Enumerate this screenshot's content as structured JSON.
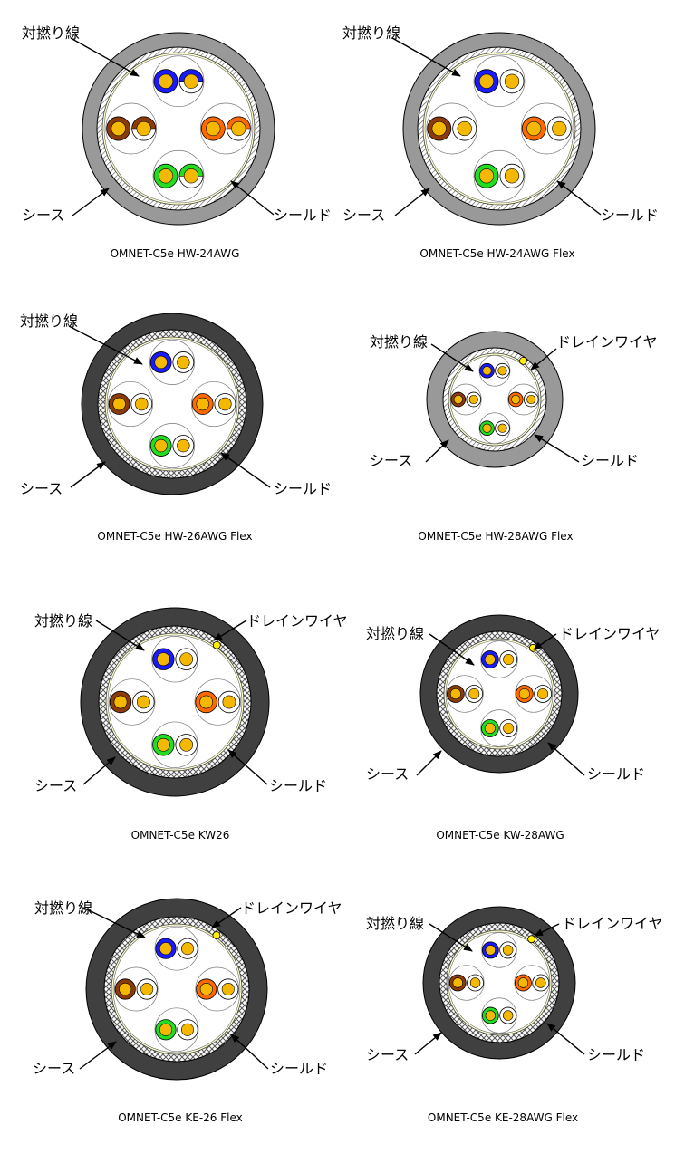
{
  "labels": {
    "twisted_pair": "対撚り線",
    "sheath": "シース",
    "shield": "シールド",
    "drain_wire": "ドレインワイヤ"
  },
  "colors": {
    "conductor": "#f5b800",
    "blue": "#1a1aff",
    "orange": "#ff6a00",
    "green": "#22dd22",
    "brown": "#8b3a0a",
    "sheath_gray": "#999999",
    "sheath_dark": "#404040",
    "tape": "#ffffcc",
    "drain": "#ffee00"
  },
  "cables": [
    {
      "caption": "OMNET-C5e HW-24AWG",
      "sheath": "gray",
      "shield": "tape",
      "drain": false,
      "stripes": true
    },
    {
      "caption": "OMNET-C5e HW-24AWG Flex",
      "sheath": "gray",
      "shield": "tape",
      "drain": false,
      "stripes": false
    },
    {
      "caption": "OMNET-C5e HW-26AWG Flex",
      "sheath": "dark",
      "shield": "braid",
      "drain": false,
      "stripes": false
    },
    {
      "caption": "OMNET-C5e HW-28AWG Flex",
      "sheath": "gray",
      "shield": "tape",
      "drain": true,
      "stripes": false
    },
    {
      "caption": "OMNET-C5e KW26",
      "sheath": "dark",
      "shield": "braid",
      "drain": true,
      "stripes": false
    },
    {
      "caption": "OMNET-C5e KW-28AWG",
      "sheath": "dark",
      "shield": "braid",
      "drain": true,
      "stripes": false
    },
    {
      "caption": "OMNET-C5e KE-26 Flex",
      "sheath": "dark",
      "shield": "braid",
      "drain": true,
      "stripes": false
    },
    {
      "caption": "OMNET-C5e KE-28AWG Flex",
      "sheath": "dark",
      "shield": "braid",
      "drain": true,
      "stripes": false
    }
  ]
}
